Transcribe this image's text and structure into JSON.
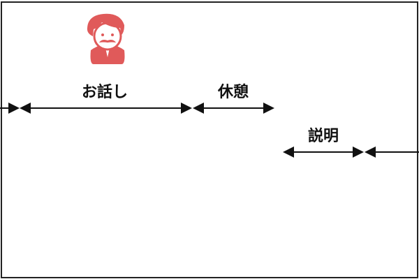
{
  "labels": {
    "talk": "お話し",
    "break": "休憩",
    "explanation": "説明"
  },
  "icon": {
    "name": "presenter-man-icon",
    "color": "#e05a5a"
  }
}
